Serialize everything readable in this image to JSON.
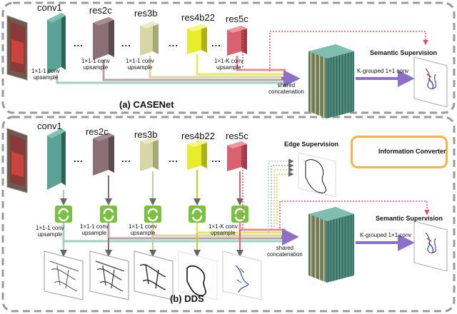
{
  "panel_a": {
    "layers": [
      "conv1",
      "res2c",
      "res3b",
      "res4b22",
      "res5c"
    ],
    "conv_label": "1×1-1 conv",
    "upsample": "upsample",
    "convK_label": "1×1-K conv",
    "shared": "shared",
    "concatenation": "concatenation",
    "kgrouped": "K-grouped 1×1 conv",
    "semantic": "Semantic Supervision",
    "caption": "(a) CASENet",
    "dots": "..."
  },
  "panel_b": {
    "layers": [
      "conv1",
      "res2c",
      "res3b",
      "res4b22",
      "res5c"
    ],
    "conv_label": "1×1-1 conv",
    "upsample": "upsample",
    "convK_label": "1×1-K conv",
    "shared": "shared",
    "concatenation": "concatenation",
    "kgrouped": "K-grouped 1×1 conv",
    "semantic": "Semantic Supervision",
    "edge": "Edge Supervision",
    "info_converter": "Information Converter",
    "caption": "(b) DDS",
    "dots": "..."
  },
  "colors": {
    "conv1": "#3f7f72",
    "res2c": "#8a7075",
    "res3b": "#d6d6a6",
    "res4b22": "#e8ec2a",
    "res5c": "#d9626e",
    "converter": "#7ac143",
    "panel_border": "#9a9a9a",
    "legend_border": "#f5b24a"
  }
}
